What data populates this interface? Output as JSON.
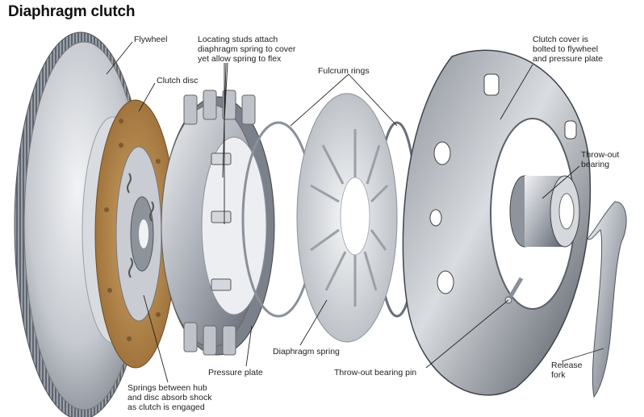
{
  "title": "Diaphragm clutch",
  "labels": {
    "flywheel": "Flywheel",
    "clutch_disc": "Clutch disc",
    "locating_studs": [
      "Locating studs attach",
      "diaphragm spring to cover",
      "yet allow spring to flex"
    ],
    "fulcrum_rings": "Fulcrum rings",
    "clutch_cover": [
      "Clutch cover is",
      "bolted to flywheel",
      "and pressure plate"
    ],
    "throwout_bearing": [
      "Throw-out",
      "bearing"
    ],
    "springs_between": [
      "Springs between hub",
      "and disc absorb shock",
      "as clutch is engaged"
    ],
    "pressure_plate": "Pressure plate",
    "diaphragm_spring": "Diaphragm spring",
    "throwout_pin": "Throw-out bearing pin",
    "release_fork": [
      "Release",
      "fork"
    ]
  },
  "colors": {
    "steel_light": "#e4e6ea",
    "steel_mid": "#a9aeb6",
    "steel_dark": "#5b616b",
    "friction_lining": "#b68a4f",
    "leader_line": "#222222"
  }
}
